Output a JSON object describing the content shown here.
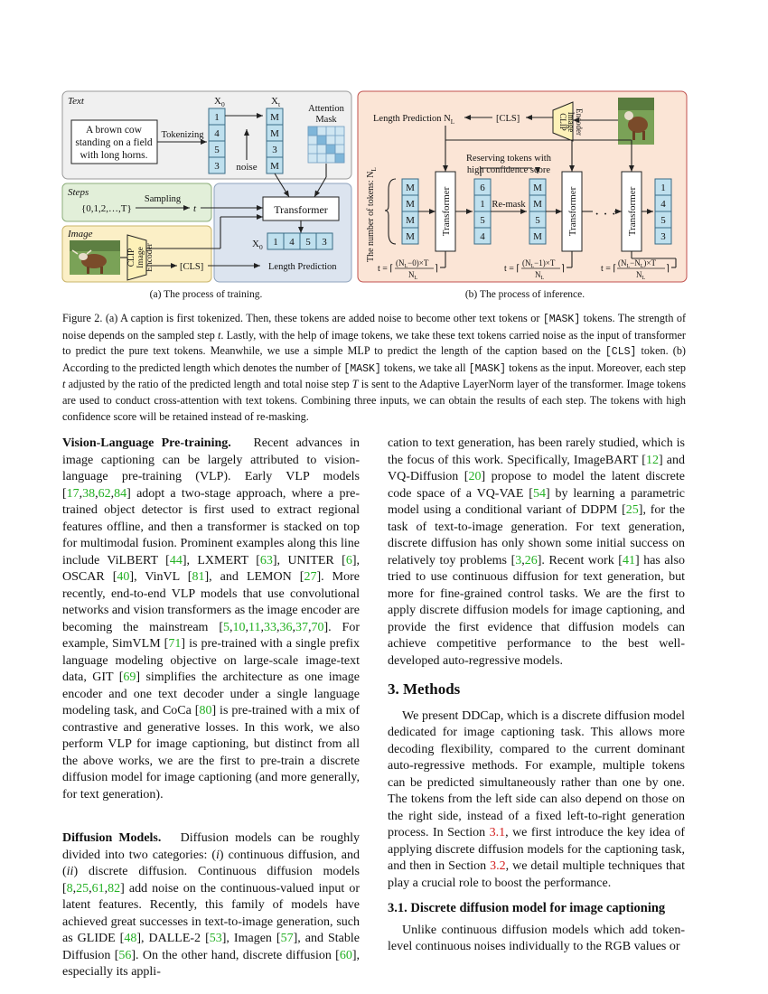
{
  "figure": {
    "training": {
      "text_section_label": "Text",
      "steps_section_label": "Steps",
      "image_section_label": "Image",
      "input_caption": [
        "A brown cow",
        "standing on a field",
        "with long horns."
      ],
      "tokenizing_label": "Tokenizing",
      "x0_label": "X",
      "x0_sub": "0",
      "xt_label": "X",
      "xt_sub": "t",
      "x0_tokens": [
        "1",
        "4",
        "5",
        "3"
      ],
      "xt_tokens": [
        "M",
        "M",
        "3",
        "M"
      ],
      "noise_label": "noise",
      "attention_mask_label": [
        "Attention",
        "Mask"
      ],
      "steps_set": "{0,1,2,…,T}",
      "sampling_label": "Sampling",
      "t_label": "t",
      "transformer_label": "Transformer",
      "output_x0_label": "X",
      "output_x0_sub": "0",
      "output_tokens": [
        "1",
        "4",
        "5",
        "3"
      ],
      "clip_label": [
        "CLIP",
        "Image",
        "Encoder"
      ],
      "cls_label": "[CLS]",
      "length_prediction_label": "Length Prediction",
      "caption": "(a) The process of training."
    },
    "inference": {
      "length_prediction_label": "Length Prediction N",
      "length_prediction_sub": "L",
      "cls_label": "[CLS]",
      "clip_label": [
        "CLIP",
        "Image",
        "Encoder"
      ],
      "reserving_label": [
        "Reserving tokens with",
        "high confidence score"
      ],
      "num_tokens_label": "The number of tokens: N",
      "num_tokens_sub": "L",
      "tokens_col1": [
        "M",
        "M",
        "M",
        "M"
      ],
      "tokens_col2": [
        "6",
        "1",
        "5",
        "4"
      ],
      "tokens_col3": [
        "M",
        "M",
        "5",
        "M"
      ],
      "tokens_col4": [
        "1",
        "4",
        "5",
        "3"
      ],
      "remask_label": "Re-mask",
      "transformer_label": "Transformer",
      "dots": "· · ·",
      "t_formula_1": "t = ⌈",
      "t_num_1": "(N",
      "t_num_1b": "L",
      "t_num_1c": "−0)×T",
      "t_den_1": "N",
      "t_den_1b": "L",
      "t_formula_2": "t = ⌈",
      "t_num_2": "(N",
      "t_num_2b": "L",
      "t_num_2c": "−1)×T",
      "t_den_2": "N",
      "t_den_2b": "L",
      "t_formula_3": "t = ⌈",
      "t_num_3": "(N",
      "t_num_3b": "L",
      "t_num_3c": "−N",
      "t_num_3d": "L",
      "t_num_3e": ")×T",
      "t_den_3": "N",
      "t_den_3b": "L",
      "t_close": "⌉",
      "caption": "(b) The process of inference."
    },
    "colors": {
      "text_panel": "#f0f0f0",
      "steps_panel": "#e2efd9",
      "image_panel": "#fbefc6",
      "transformer_panel": "#dce4ef",
      "inference_panel": "#fbe5d6",
      "inference_border": "#c0504d",
      "token_fill": "#bfe0ee",
      "clip_fill": "#fdf1b8"
    }
  },
  "figure_caption": {
    "p1": "Figure 2. (a) A caption is first tokenized. Then, these tokens are added noise to become other text tokens or ",
    "mask1": "[MASK]",
    "p2": " tokens. The strength of noise depends on the sampled step ",
    "t1": "t",
    "p3": ". Lastly, with the help of image tokens, we take these text tokens carried noise as the input of transformer to predict the pure text tokens. Meanwhile, we use a simple MLP to predict the length of the caption based on the ",
    "cls": "[CLS]",
    "p4": " token. (b) According to the predicted length which denotes the number of ",
    "mask2": "[MASK]",
    "p5": " tokens, we take all ",
    "mask3": "[MASK]",
    "p6": " tokens as the input. Moreover, each step ",
    "t2": "t",
    "p7": " adjusted by the ratio of the predicted length and total noise step ",
    "T": "T",
    "p8": " is sent to the Adaptive LayerNorm layer of the transformer. Image tokens are used to conduct cross-attention with text tokens. Combining three inputs, we can obtain the results of each step. The tokens with high confidence score will be retained instead of re-masking."
  },
  "left_column": {
    "vlp_head": "Vision-Language Pre-training.",
    "vlp_a": "Recent advances in image captioning can be largely attributed to vision-language pre-training (VLP). Early VLP models [",
    "vlp_c1": "17",
    "vlp_c2": "38",
    "vlp_c3": "62",
    "vlp_c4": "84",
    "vlp_b": "] adopt a two-stage approach, where a pre-trained object detector is first used to extract regional features offline, and then a transformer is stacked on top for multimodal fusion. Prominent examples along this line include ViLBERT [",
    "vlp_c5": "44",
    "vlp_d": "], LXMERT [",
    "vlp_c6": "63",
    "vlp_e": "], UNITER [",
    "vlp_c7": "6",
    "vlp_f": "], OSCAR [",
    "vlp_c8": "40",
    "vlp_g": "], VinVL [",
    "vlp_c9": "81",
    "vlp_h": "], and LEMON [",
    "vlp_c10": "27",
    "vlp_i": "]. More recently, end-to-end VLP models that use convolutional networks and vision transformers as the image encoder are becoming the mainstream [",
    "vlp_c11": "5",
    "vlp_c12": "10",
    "vlp_c13": "11",
    "vlp_c14": "33",
    "vlp_c15": "36",
    "vlp_c16": "37",
    "vlp_c17": "70",
    "vlp_j": "]. For example, SimVLM [",
    "vlp_c18": "71",
    "vlp_k": "] is pre-trained with a single prefix language modeling objective on large-scale image-text data, GIT [",
    "vlp_c19": "69",
    "vlp_l": "] simplifies the architecture as one image encoder and one text decoder under a single language modeling task, and CoCa [",
    "vlp_c20": "80",
    "vlp_m": "] is pre-trained with a mix of contrastive and generative losses. In this work, we also perform VLP for image captioning, but distinct from all the above works, we are the first to pre-train a discrete diffusion model for image captioning (and more generally, for text generation).",
    "dm_head": "Diffusion Models.",
    "dm_a": "Diffusion models can be roughly divided into two categories: (",
    "dm_i": "i",
    "dm_b": ") continuous diffusion, and (",
    "dm_ii": "ii",
    "dm_c": ") discrete diffusion. Continuous diffusion models [",
    "dm_c1": "8",
    "dm_c2": "25",
    "dm_c3": "61",
    "dm_c4": "82",
    "dm_d": "] add noise on the continuous-valued input or latent features. Recently, this family of models have achieved great successes in text-to-image generation, such as GLIDE [",
    "dm_c5": "48",
    "dm_e": "], DALLE-2 [",
    "dm_c6": "53",
    "dm_f": "], Imagen [",
    "dm_c7": "57",
    "dm_g": "], and Stable Diffusion [",
    "dm_c8": "56",
    "dm_h": "]. On the other hand, discrete diffusion [",
    "dm_c9": "60",
    "dm_j": "], especially its appli-"
  },
  "right_column": {
    "r_a": "cation to text generation, has been rarely studied, which is the focus of this work. Specifically, ImageBART [",
    "r_c1": "12",
    "r_b": "] and VQ-Diffusion [",
    "r_c2": "20",
    "r_c": "] propose to model the latent discrete code space of a VQ-VAE [",
    "r_c3": "54",
    "r_d": "] by learning a parametric model using a conditional variant of DDPM [",
    "r_c4": "25",
    "r_e": "], for the task of text-to-image generation. For text generation, discrete diffusion has only shown some initial success on relatively toy problems [",
    "r_c5": "3",
    "r_c6": "26",
    "r_f": "]. Recent work [",
    "r_c7": "41",
    "r_g": "] has also tried to use continuous diffusion for text generation, but more for fine-grained control tasks. We are the first to apply discrete diffusion models for image captioning, and provide the first evidence that diffusion models can achieve competitive performance to the best well-developed auto-regressive models.",
    "methods_heading": "3. Methods",
    "m_a": "We present DDCap, which is a discrete diffusion model dedicated for image captioning task. This allows more decoding flexibility, compared to the current dominant auto-regressive methods. For example, multiple tokens can be predicted simultaneously rather than one by one. The tokens from the left side can also depend on those on the right side, instead of a fixed left-to-right generation process. In Section ",
    "m_r1": "3.1",
    "m_b": ", we first introduce the key idea of applying discrete diffusion models for the captioning task, and then in Section ",
    "m_r2": "3.2",
    "m_c": ", we detail multiple techniques that play a crucial role to boost the performance.",
    "sub_heading": "3.1. Discrete diffusion model for image captioning",
    "s_a": "Unlike continuous diffusion models which add token-level continuous noises individually to the RGB values or"
  }
}
